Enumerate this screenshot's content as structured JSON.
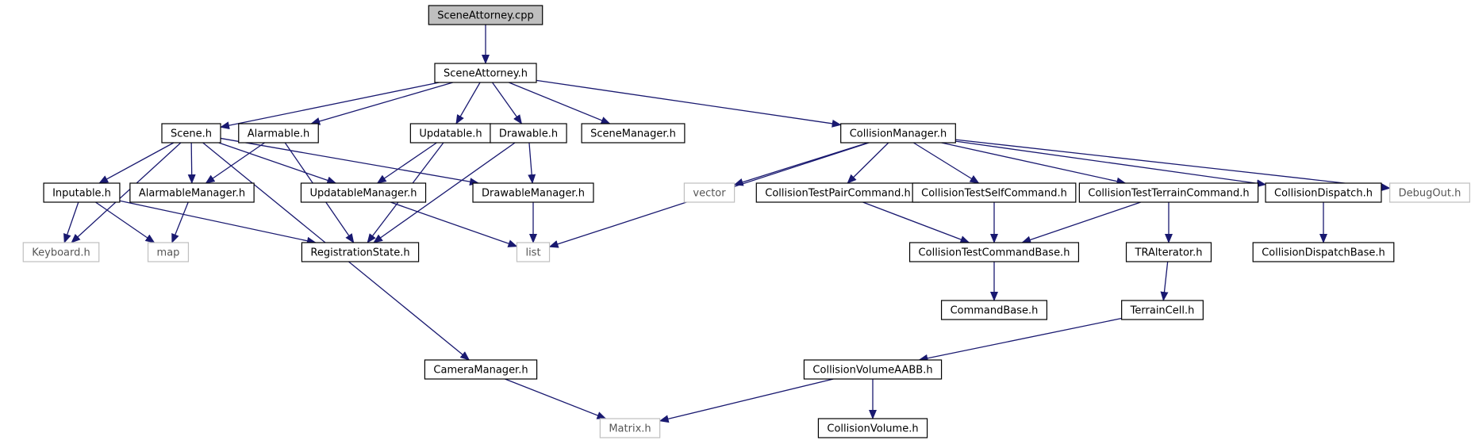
{
  "colors": {
    "edge": "#191970",
    "node_border": "#000000",
    "external_border": "#bfbfbf",
    "root_fill": "#bfbfbf"
  },
  "nodes": [
    {
      "id": "root",
      "label": "SceneAttorney.cpp",
      "kind": "root"
    },
    {
      "id": "sceneattorney_h",
      "label": "SceneAttorney.h",
      "kind": "normal"
    },
    {
      "id": "scene_h",
      "label": "Scene.h",
      "kind": "normal"
    },
    {
      "id": "alarmable_h",
      "label": "Alarmable.h",
      "kind": "normal"
    },
    {
      "id": "updatable_h",
      "label": "Updatable.h",
      "kind": "normal"
    },
    {
      "id": "drawable_h",
      "label": "Drawable.h",
      "kind": "normal"
    },
    {
      "id": "scenemanager_h",
      "label": "SceneManager.h",
      "kind": "normal"
    },
    {
      "id": "collisionmanager_h",
      "label": "CollisionManager.h",
      "kind": "normal"
    },
    {
      "id": "inputable_h",
      "label": "Inputable.h",
      "kind": "normal"
    },
    {
      "id": "alarmablemanager_h",
      "label": "AlarmableManager.h",
      "kind": "normal"
    },
    {
      "id": "updatablemanager_h",
      "label": "UpdatableManager.h",
      "kind": "normal"
    },
    {
      "id": "drawablemanager_h",
      "label": "DrawableManager.h",
      "kind": "normal"
    },
    {
      "id": "vector",
      "label": "vector",
      "kind": "external"
    },
    {
      "id": "ctpaircmd_h",
      "label": "CollisionTestPairCommand.h",
      "kind": "normal"
    },
    {
      "id": "ctselfcmd_h",
      "label": "CollisionTestSelfCommand.h",
      "kind": "normal"
    },
    {
      "id": "ctterraincmd_h",
      "label": "CollisionTestTerrainCommand.h",
      "kind": "normal"
    },
    {
      "id": "collisiondispatch_h",
      "label": "CollisionDispatch.h",
      "kind": "normal"
    },
    {
      "id": "debugout_h",
      "label": "DebugOut.h",
      "kind": "external"
    },
    {
      "id": "keyboard_h",
      "label": "Keyboard.h",
      "kind": "external"
    },
    {
      "id": "map",
      "label": "map",
      "kind": "external"
    },
    {
      "id": "registrationstate_h",
      "label": "RegistrationState.h",
      "kind": "normal"
    },
    {
      "id": "list",
      "label": "list",
      "kind": "external"
    },
    {
      "id": "ctcmdbase_h",
      "label": "CollisionTestCommandBase.h",
      "kind": "normal"
    },
    {
      "id": "traiterator_h",
      "label": "TRAlterator.h",
      "kind": "normal"
    },
    {
      "id": "collisiondispatchbase_h",
      "label": "CollisionDispatchBase.h",
      "kind": "normal"
    },
    {
      "id": "commandbase_h",
      "label": "CommandBase.h",
      "kind": "normal"
    },
    {
      "id": "terraincell_h",
      "label": "TerrainCell.h",
      "kind": "normal"
    },
    {
      "id": "cameramanager_h",
      "label": "CameraManager.h",
      "kind": "normal"
    },
    {
      "id": "collisionvolumeaabb_h",
      "label": "CollisionVolumeAABB.h",
      "kind": "normal"
    },
    {
      "id": "matrix_h",
      "label": "Matrix.h",
      "kind": "external"
    },
    {
      "id": "collisionvolume_h",
      "label": "CollisionVolume.h",
      "kind": "normal"
    }
  ],
  "edges": [
    [
      "root",
      "sceneattorney_h"
    ],
    [
      "sceneattorney_h",
      "scene_h"
    ],
    [
      "sceneattorney_h",
      "alarmable_h"
    ],
    [
      "sceneattorney_h",
      "updatable_h"
    ],
    [
      "sceneattorney_h",
      "drawable_h"
    ],
    [
      "sceneattorney_h",
      "scenemanager_h"
    ],
    [
      "sceneattorney_h",
      "collisionmanager_h"
    ],
    [
      "scene_h",
      "inputable_h"
    ],
    [
      "scene_h",
      "alarmablemanager_h"
    ],
    [
      "scene_h",
      "updatablemanager_h"
    ],
    [
      "scene_h",
      "drawablemanager_h"
    ],
    [
      "scene_h",
      "keyboard_h"
    ],
    [
      "scene_h",
      "cameramanager_h"
    ],
    [
      "alarmable_h",
      "alarmablemanager_h"
    ],
    [
      "alarmable_h",
      "registrationstate_h"
    ],
    [
      "updatable_h",
      "updatablemanager_h"
    ],
    [
      "updatable_h",
      "registrationstate_h"
    ],
    [
      "drawable_h",
      "drawablemanager_h"
    ],
    [
      "drawable_h",
      "registrationstate_h"
    ],
    [
      "inputable_h",
      "keyboard_h"
    ],
    [
      "inputable_h",
      "map"
    ],
    [
      "inputable_h",
      "registrationstate_h"
    ],
    [
      "alarmablemanager_h",
      "map"
    ],
    [
      "updatablemanager_h",
      "list"
    ],
    [
      "drawablemanager_h",
      "list"
    ],
    [
      "collisionmanager_h",
      "list"
    ],
    [
      "collisionmanager_h",
      "vector"
    ],
    [
      "collisionmanager_h",
      "ctpaircmd_h"
    ],
    [
      "collisionmanager_h",
      "ctselfcmd_h"
    ],
    [
      "collisionmanager_h",
      "ctterraincmd_h"
    ],
    [
      "collisionmanager_h",
      "collisiondispatch_h"
    ],
    [
      "collisionmanager_h",
      "debugout_h"
    ],
    [
      "ctpaircmd_h",
      "ctcmdbase_h"
    ],
    [
      "ctselfcmd_h",
      "ctcmdbase_h"
    ],
    [
      "ctterraincmd_h",
      "ctcmdbase_h"
    ],
    [
      "ctterraincmd_h",
      "traiterator_h"
    ],
    [
      "collisiondispatch_h",
      "collisiondispatchbase_h"
    ],
    [
      "ctcmdbase_h",
      "commandbase_h"
    ],
    [
      "traiterator_h",
      "terraincell_h"
    ],
    [
      "terraincell_h",
      "collisionvolumeaabb_h"
    ],
    [
      "cameramanager_h",
      "matrix_h"
    ],
    [
      "collisionvolumeaabb_h",
      "matrix_h"
    ],
    [
      "collisionvolumeaabb_h",
      "collisionvolume_h"
    ]
  ]
}
